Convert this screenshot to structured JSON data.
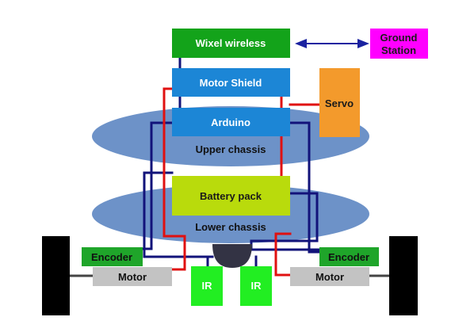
{
  "colors": {
    "wire_red": "#e01010",
    "wire_blue": "#12137a",
    "link_blue": "#1a22a0",
    "chassis_fill": "#6d92c8",
    "wireless_fill": "#13a31a",
    "ground_fill": "#ff00ff",
    "shield_fill": "#1c86d6",
    "servo_fill": "#f39a2c",
    "battery_fill": "#b9db0c",
    "encoder_fill": "#1fa52a",
    "motor_fill": "#c3c3c3",
    "ir_fill": "#22ee22",
    "wheel_fill": "#000000",
    "caster_fill": "#333344"
  },
  "blocks": {
    "wireless": "Wixel wireless",
    "ground_station_line1": "Ground",
    "ground_station_line2": "Station",
    "motor_shield": "Motor Shield",
    "servo": "Servo",
    "arduino": "Arduino",
    "upper_chassis": "Upper chassis",
    "battery": "Battery pack",
    "lower_chassis": "Lower chassis",
    "encoder_left": "Encoder",
    "encoder_right": "Encoder",
    "motor_left": "Motor",
    "motor_right": "Motor",
    "ir_left": "IR",
    "ir_right": "IR"
  }
}
